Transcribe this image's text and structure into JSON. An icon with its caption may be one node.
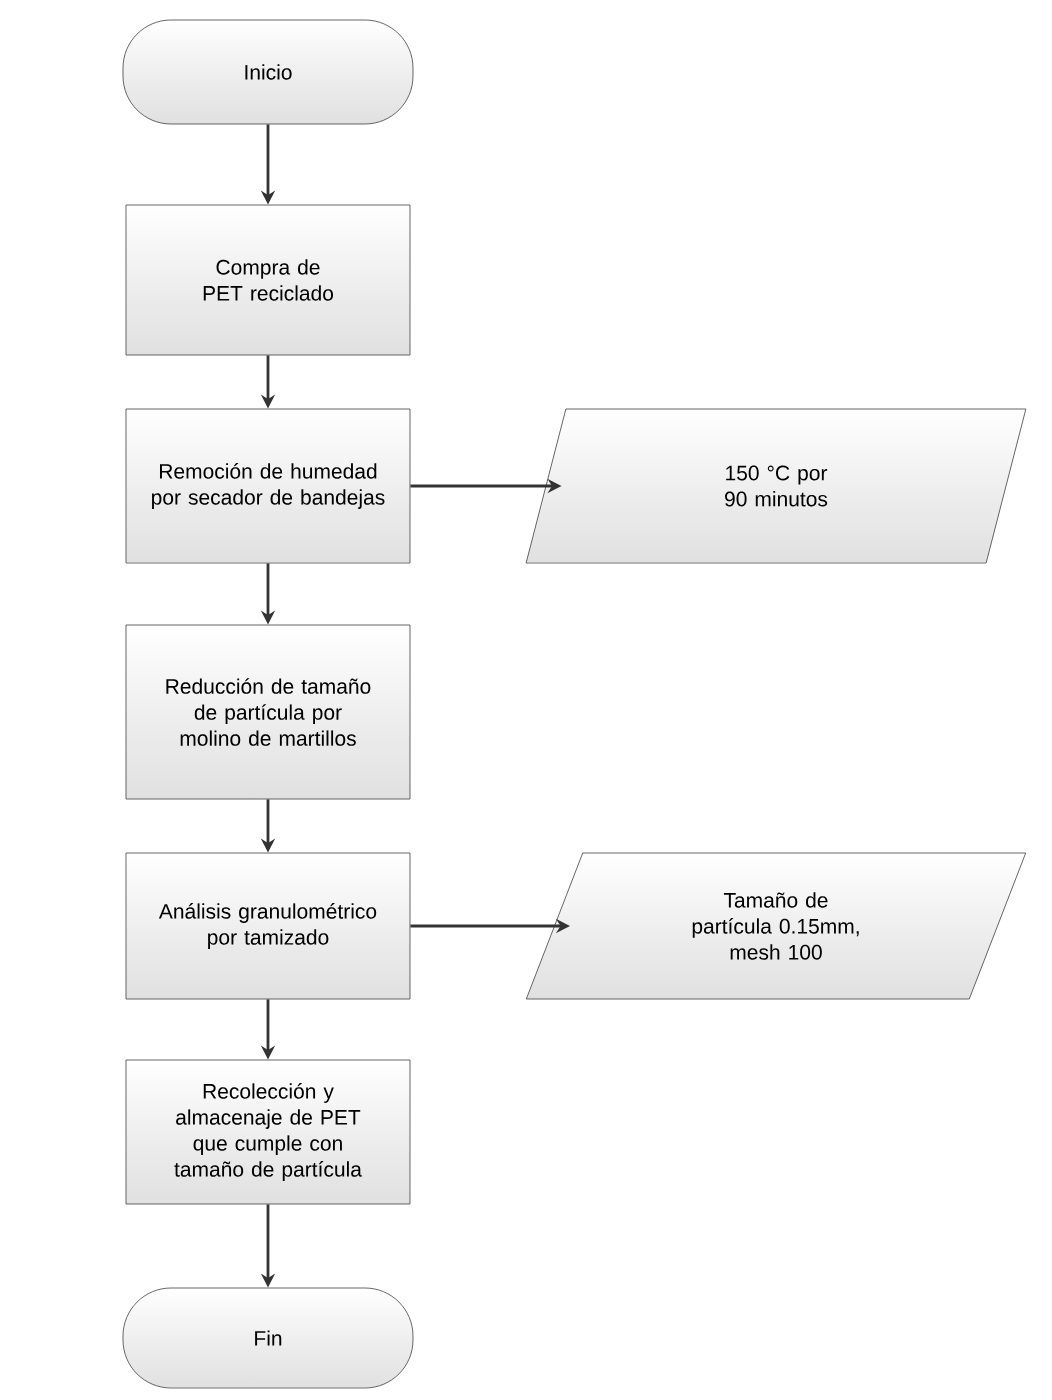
{
  "diagram": {
    "nodes": [
      {
        "text": [
          "Inicio"
        ]
      },
      {
        "text": [
          "Compra de PET reciclado"
        ]
      },
      {
        "text": [
          "Remoción de humedad por secador de bandejas"
        ]
      },
      {
        "text": [
          "150 °C por 90 minutos"
        ]
      },
      {
        "text": [
          "Reducción de tamaño de partícula por molino de martillos"
        ]
      },
      {
        "text": [
          "Análisis granulométrico por tamizado"
        ]
      },
      {
        "text": [
          "Tamaño de partícula 0.15mm, mesh 100"
        ]
      },
      {
        "text": [
          "Recolección y almacenaje de PET que cumple con tamaño de partícula"
        ]
      },
      {
        "text": [
          "Fin"
        ]
      }
    ],
    "edges": [
      {
        "from": 0,
        "to": 1,
        "arrow": "to"
      },
      {
        "from": 1,
        "to": 2,
        "arrow": "to"
      },
      {
        "from": 2,
        "to": 3,
        "arrow": "to"
      },
      {
        "from": 2,
        "to": 4,
        "arrow": "to"
      },
      {
        "from": 4,
        "to": 5,
        "arrow": "to"
      },
      {
        "from": 5,
        "to": 6,
        "arrow": "to"
      },
      {
        "from": 5,
        "to": 7,
        "arrow": "to"
      },
      {
        "from": 7,
        "to": 8,
        "arrow": "to"
      }
    ]
  }
}
